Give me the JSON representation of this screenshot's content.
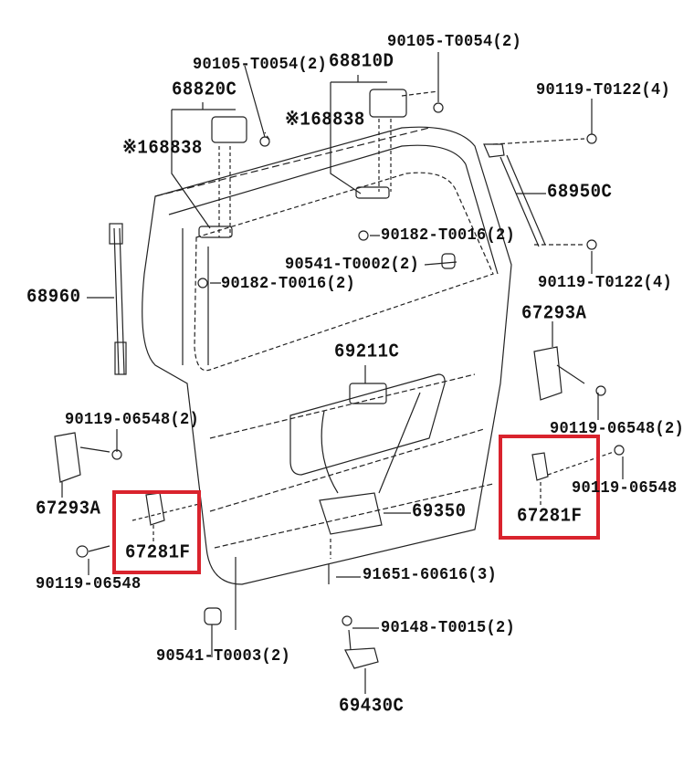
{
  "title": "Back door lock & hinge parts diagram",
  "highlight_color": "#d9232d",
  "labels": {
    "bolt_top_right": "90105-T0054(2)",
    "bolt_top_left": "90105-T0054(2)",
    "hinge_right": "68810D",
    "hinge_left": "68820C",
    "bolt_stay_upper": "90119-T0122(4)",
    "shim_right": "※168838",
    "shim_left": "※168838",
    "stay_right": "68950C",
    "nut_right": "90182-T0016(2)",
    "cushion_upper": "90541-T0002(2)",
    "bolt_stay_lower": "90119-T0122(4)",
    "nut_left": "90182-T0016(2)",
    "stay_left": "68960",
    "bumper_right": "67293A",
    "handle": "69211C",
    "bolt_bumper_left": "90119-06548(2)",
    "bolt_bumper_right": "90119-06548(2)",
    "bumper_left": "67293A",
    "bolt_guide_right": "90119-06548",
    "lock": "69350",
    "guide_right": "67281F",
    "guide_left": "67281F",
    "bolt_guide_left": "90119-06548",
    "screw_lock": "91651-60616(3)",
    "screw_striker": "90148-T0015(2)",
    "cushion_lower": "90541-T0003(2)",
    "striker": "69430C"
  }
}
